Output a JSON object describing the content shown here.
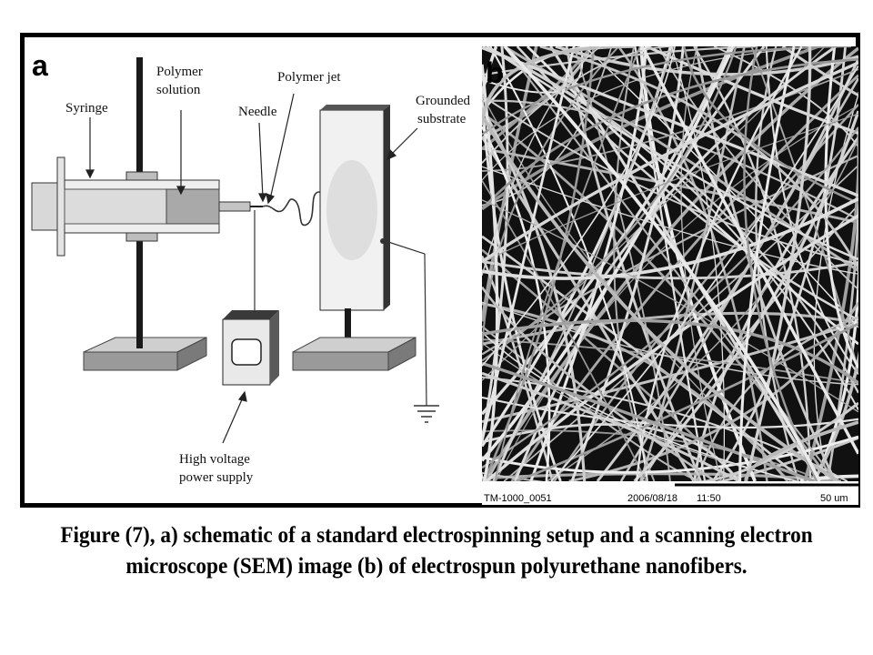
{
  "panel_a": {
    "letter": "a",
    "labels": {
      "syringe": "Syringe",
      "polymer_solution_1": "Polymer",
      "polymer_solution_2": "solution",
      "needle": "Needle",
      "polymer_jet": "Polymer jet",
      "grounded_1": "Grounded",
      "grounded_2": "substrate",
      "hv_1": "High voltage",
      "hv_2": "power supply"
    }
  },
  "panel_b": {
    "letter": "b",
    "sem_id": "TM-1000_0051",
    "sem_date": "2006/08/18",
    "sem_time": "11:50",
    "scale_bar": "50 um"
  },
  "caption": {
    "line1": "Figure (7), a) schematic of a standard electrospinning setup and a scanning electron",
    "line2": "microscope (SEM) image (b) of electrospun polyurethane nanofibers."
  }
}
